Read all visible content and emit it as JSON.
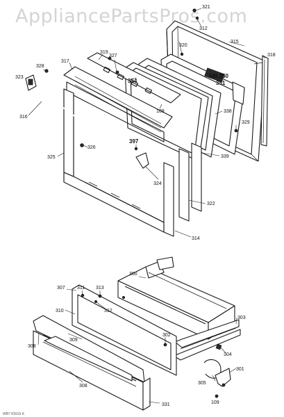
{
  "watermark": "AppliancePartsPros.com",
  "footer_code": "WB7 KDGS K",
  "labels": {
    "p321": "321",
    "p312a": "312",
    "p315": "315",
    "p320": "320",
    "p318": "318",
    "p319": "319",
    "p327": "327",
    "p317": "317",
    "p328": "328",
    "p323": "323",
    "p354": "354",
    "p349": "349,350",
    "p351": "351",
    "p109a": "109",
    "p338": "338",
    "p329": "329",
    "p316": "316",
    "p397": "397",
    "p326": "326",
    "p325": "325",
    "p339": "339",
    "p324": "324",
    "p322": "322",
    "p314": "314",
    "p300": "300",
    "p307": "307",
    "p311": "311",
    "p313": "313",
    "p312b": "312",
    "p310": "310",
    "p303": "303",
    "p309": "309",
    "p302": "302",
    "p304": "304",
    "p308a": "308",
    "p308b": "308",
    "p305": "305",
    "p301": "301",
    "p331": "331",
    "p109b": "109"
  },
  "colors": {
    "line": "#1a1a1a",
    "watermark": "#d4d4d4",
    "background": "#ffffff"
  }
}
